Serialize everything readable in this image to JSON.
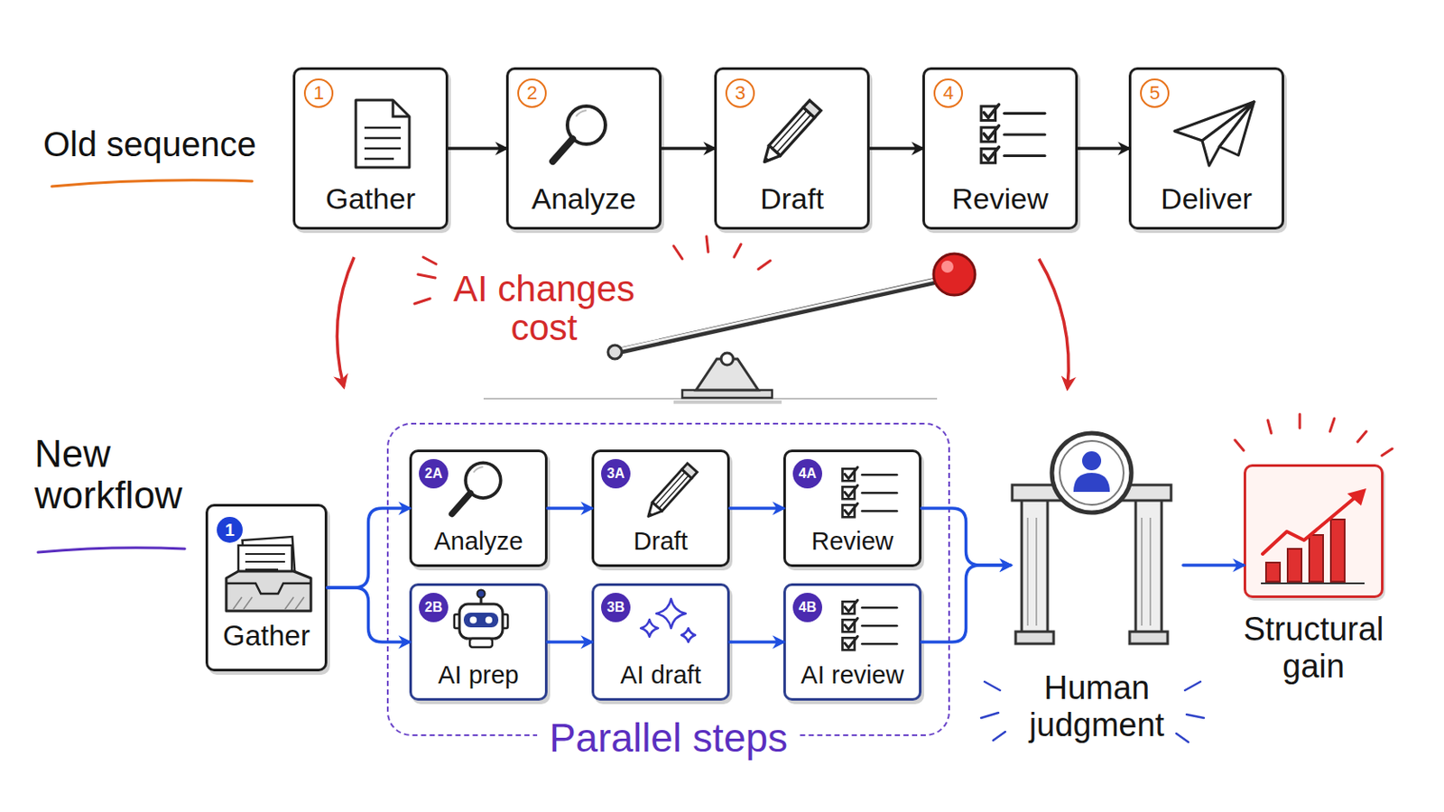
{
  "diagram": {
    "nodes": [
      {
        "text": [
          "1",
          "Gather"
        ]
      },
      {
        "text": [
          "2",
          "Analyze"
        ]
      },
      {
        "text": [
          "3",
          "Draft"
        ]
      },
      {
        "text": [
          "4",
          "Review"
        ]
      },
      {
        "text": [
          "5",
          "Deliver"
        ]
      },
      {
        "text": [
          "1",
          "Gather"
        ]
      },
      {
        "text": [
          "Parallel steps"
        ]
      },
      {
        "text": [
          "2A",
          "Analyze"
        ],
        "in": 6
      },
      {
        "text": [
          "3A",
          "Draft"
        ],
        "in": 6
      },
      {
        "text": [
          "4A",
          "Review"
        ],
        "in": 6
      },
      {
        "text": [
          "2B",
          "AI prep"
        ],
        "in": 6
      },
      {
        "text": [
          "3B",
          "AI draft"
        ],
        "in": 6
      },
      {
        "text": [
          "4B",
          "AI review"
        ],
        "in": 6
      },
      {
        "text": [
          "Human judgment"
        ]
      },
      {
        "text": [
          "Structural gain"
        ]
      }
    ],
    "edges": [
      {
        "from": 0,
        "to": 1,
        "arrow": "to"
      },
      {
        "from": 1,
        "to": 2,
        "arrow": "to"
      },
      {
        "from": 2,
        "to": 3,
        "arrow": "to"
      },
      {
        "from": 3,
        "to": 4,
        "arrow": "to"
      },
      {
        "from": 5,
        "to": 7,
        "arrow": "to"
      },
      {
        "from": 5,
        "to": 10,
        "arrow": "to"
      },
      {
        "from": 7,
        "to": 8,
        "arrow": "to"
      },
      {
        "from": 8,
        "to": 9,
        "arrow": "to"
      },
      {
        "from": 10,
        "to": 11,
        "arrow": "to"
      },
      {
        "from": 11,
        "to": 12,
        "arrow": "to"
      },
      {
        "from": 9,
        "to": 13,
        "arrow": "to"
      },
      {
        "from": 12,
        "to": 13,
        "arrow": "to"
      },
      {
        "from": 13,
        "to": 14,
        "arrow": "to"
      }
    ],
    "labels": [
      "Old sequence",
      "AI changes cost",
      "New workflow"
    ]
  }
}
